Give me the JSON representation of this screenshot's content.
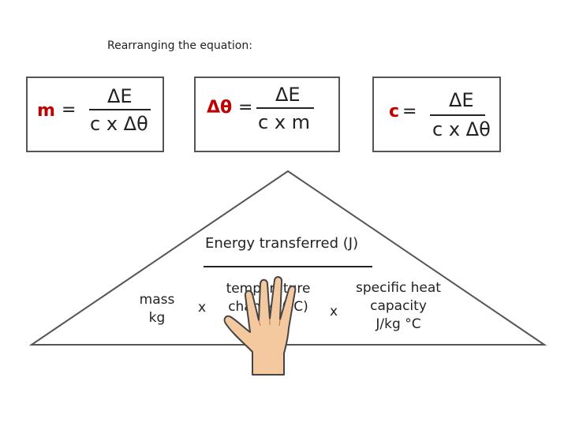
{
  "caption": "Rearranging the equation:",
  "equations": [
    {
      "variable": "m",
      "equals": "=",
      "numerator": "ΔE",
      "denominator": "c x Δθ"
    },
    {
      "variable": "Δθ",
      "equals": "=",
      "numerator": "ΔE",
      "denominator": "c x m"
    },
    {
      "variable": "c",
      "equals": "=",
      "numerator": "ΔE",
      "denominator": "c x Δθ"
    }
  ],
  "triangle": {
    "top": "Energy transferred (J)",
    "mass": [
      "mass",
      "kg"
    ],
    "times1": "x",
    "temperature": [
      "temperature",
      "change (°C)"
    ],
    "times2": "x",
    "shc": [
      "specific heat",
      "capacity",
      "J/kg °C"
    ]
  },
  "hand_icon": "hand-icon",
  "colors": {
    "variable": "#c00000",
    "hand": "#f4c9a0",
    "hand_outline": "#444444"
  }
}
